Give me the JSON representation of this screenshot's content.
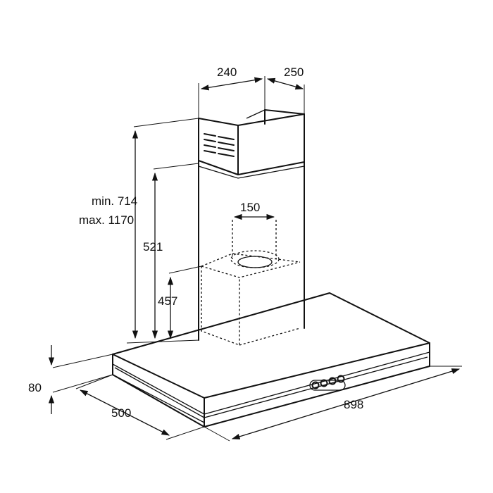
{
  "dimensions": {
    "chimney_width": "240",
    "chimney_depth": "250",
    "chimney_height_min": "min. 714",
    "chimney_height_max": "max. 1170",
    "upper_chimney_height": "521",
    "inner_box_height": "457",
    "outlet_diameter": "150",
    "canopy_height": "80",
    "canopy_depth": "500",
    "canopy_width": "898"
  },
  "colors": {
    "line": "#111111",
    "background": "#ffffff"
  },
  "icons": {
    "vent_slots": "vent-grille-icon",
    "control_buttons": "control-buttons-icon"
  }
}
